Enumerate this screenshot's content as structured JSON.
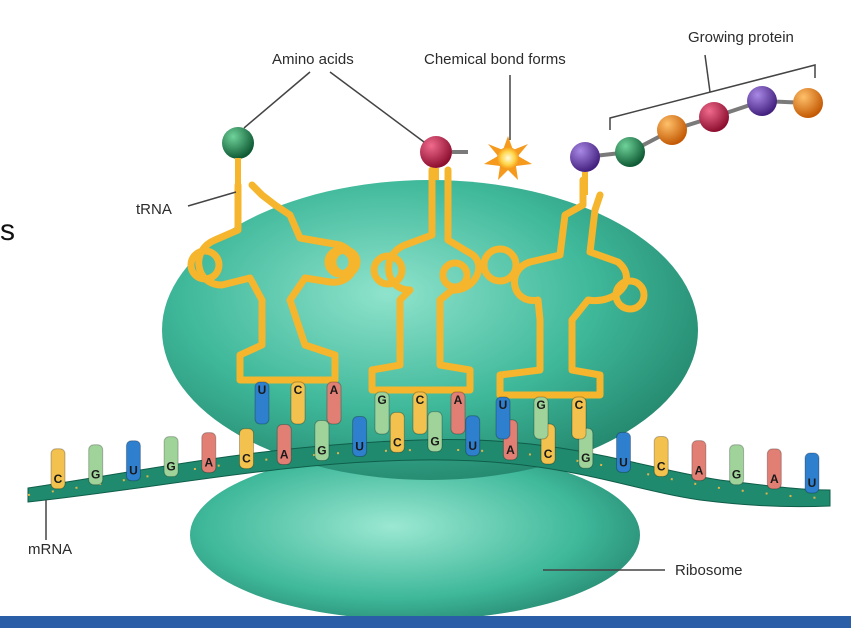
{
  "labels": {
    "amino_acids": "Amino acids",
    "chemical_bond": "Chemical bond forms",
    "growing_protein": "Growing protein",
    "trna": "tRNA",
    "mrna": "mRNA",
    "ribosome": "Ribosome"
  },
  "side_letter": "s",
  "colors": {
    "ribosome": "#3fb89a",
    "trna": "#f5b52c",
    "mrna_strand": "#1f8a6e",
    "footer_bar": "#2a5fa8",
    "amino_green": "#1e7d4d",
    "amino_crimson": "#c2204a",
    "amino_purple": "#6b3fb3",
    "amino_orange": "#f08a1e",
    "base_A": "#e27f74",
    "base_C": "#f2c14e",
    "base_G": "#9fd39a",
    "base_U": "#2f7fcf"
  },
  "mrna_bases": [
    "C",
    "G",
    "U",
    "G",
    "A",
    "C",
    "A",
    "G",
    "U",
    "C",
    "G",
    "U",
    "A",
    "C",
    "G",
    "U",
    "C",
    "A",
    "G",
    "A",
    "U"
  ],
  "trna_anticodons": [
    [
      "U",
      "C",
      "A"
    ],
    [
      "G",
      "C",
      "A"
    ],
    [
      "U",
      "G",
      "C"
    ]
  ],
  "protein_chain": [
    "purple",
    "green",
    "orange",
    "crimson",
    "purple",
    "orange"
  ]
}
